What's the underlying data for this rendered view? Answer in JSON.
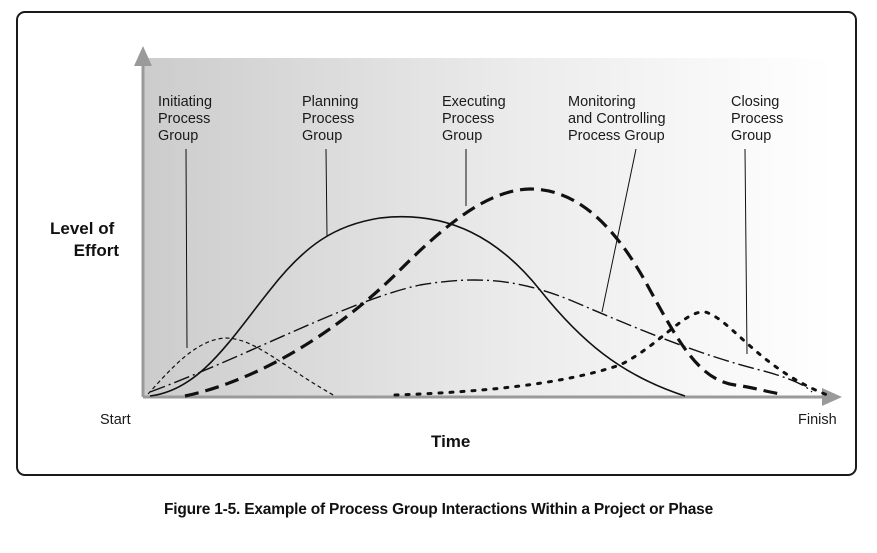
{
  "axis": {
    "y_label_line1": "Level of",
    "y_label_line2": "Effort",
    "x_label": "Time",
    "start_label": "Start",
    "finish_label": "Finish"
  },
  "groups": [
    {
      "name": "initiating",
      "line1": "Initiating",
      "line2": "Process",
      "line3": "Group",
      "line_style": "short-dash"
    },
    {
      "name": "planning",
      "line1": "Planning",
      "line2": "Process",
      "line3": "Group",
      "line_style": "solid"
    },
    {
      "name": "executing",
      "line1": "Executing",
      "line2": "Process",
      "line3": "Group",
      "line_style": "heavy-dash"
    },
    {
      "name": "monitoring",
      "line1": "Monitoring",
      "line2": "and Controlling",
      "line3": "Process Group",
      "line_style": "dash-dot"
    },
    {
      "name": "closing",
      "line1": "Closing",
      "line2": "Process",
      "line3": "Group",
      "line_style": "dotted"
    }
  ],
  "caption": "Figure 1-5. Example of Process Group Interactions Within a Project or Phase",
  "colors": {
    "gradient_start": "#cfcfcf",
    "gradient_end": "#ffffff",
    "ink": "#111111"
  }
}
